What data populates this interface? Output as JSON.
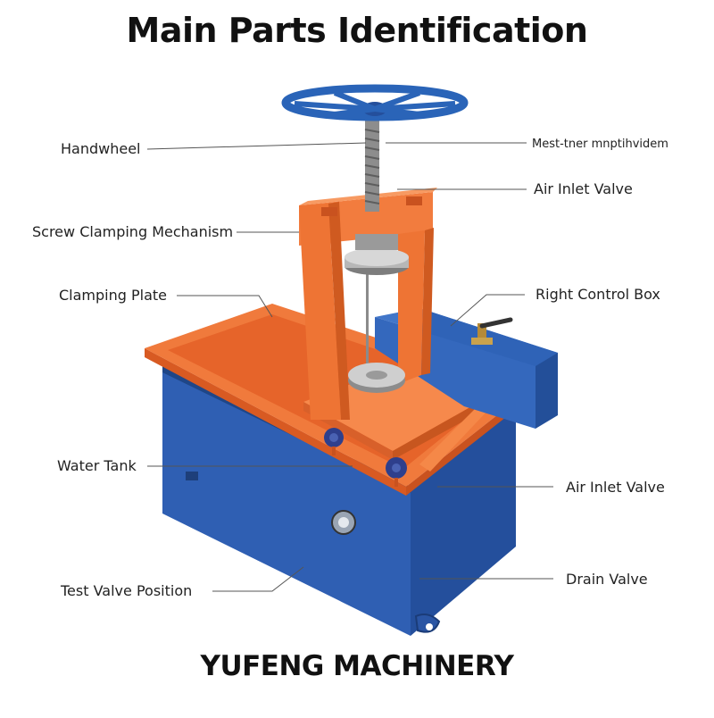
{
  "title": "Main Parts Identification",
  "footer": "YUFENG MACHINERY",
  "labels": {
    "handwheel": "Handwheel",
    "screw_clamping": "Screw Clamping Mechanism",
    "clamping_plate": "Clamping Plate",
    "water_tank": "Water Tank",
    "test_valve_position": "Test Valve Position",
    "top_right_garbled": "Mest-tner mnptihvidem",
    "air_inlet_valve_top": "Air Inlet Valve",
    "right_control_box": "Right Control Box",
    "air_inlet_valve_bottom": "Air Inlet Valve",
    "drain_valve": "Drain Valve"
  },
  "colors": {
    "tank_blue": "#2f5fb3",
    "frame_orange": "#f07a3c",
    "handwheel_blue": "#2a64b8"
  }
}
